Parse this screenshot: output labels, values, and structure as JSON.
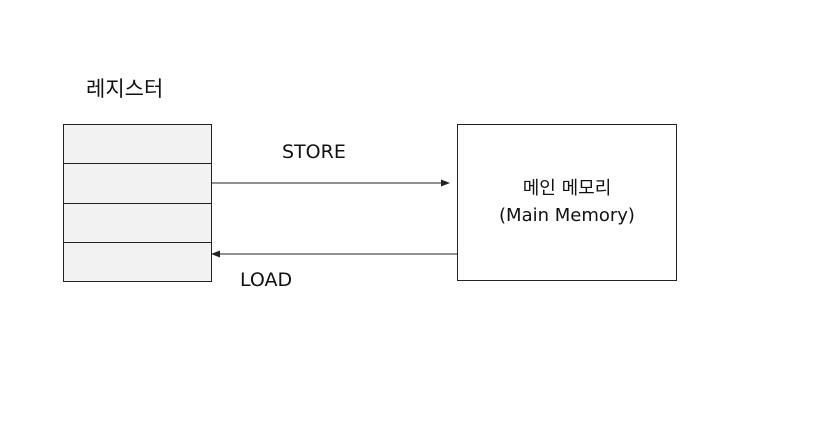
{
  "registers": {
    "title": "레지스터",
    "cell_count": 4
  },
  "memory": {
    "name_ko": "메인 메모리",
    "name_en": "(Main Memory)"
  },
  "arrows": {
    "store_label": "STORE",
    "load_label": "LOAD"
  },
  "colors": {
    "line": "#222222",
    "register_fill": "#f2f2f2",
    "background": "#ffffff"
  }
}
